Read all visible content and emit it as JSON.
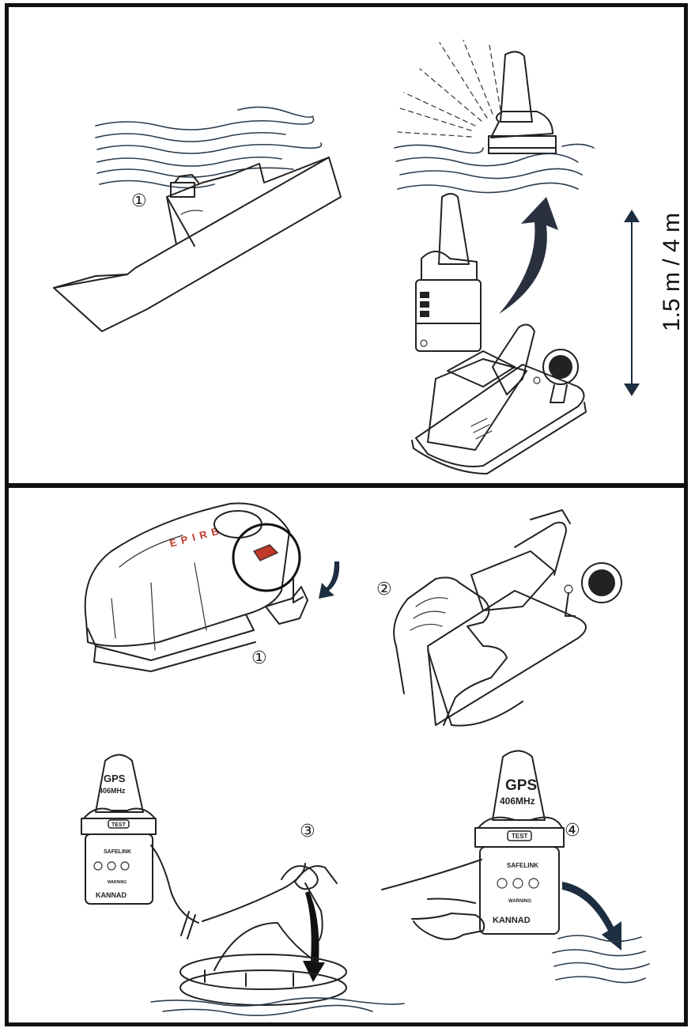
{
  "measurement": {
    "label": "1.5 m / 4 m",
    "arrow_color": "#1c2e40"
  },
  "steps": {
    "top_step_1": "①",
    "bottom_step_1": "①",
    "step_2": "②",
    "step_3": "③",
    "step_4": "④"
  },
  "beacon": {
    "brand_text": "EPIRB",
    "gps_label": "GPS",
    "frequency_label": "406MHz",
    "test_label": "TEST",
    "product_label": "SAFELINK",
    "warning_label": "WARNING",
    "manufacturer_label": "KANNAD"
  },
  "colors": {
    "button_yellow": "#f2e20c",
    "accent_red": "#c0392b",
    "line": "#222222"
  },
  "icons": [
    "sinking-ship-icon",
    "float-free-beacon-icon",
    "release-bracket-icon",
    "hand-icon",
    "life-raft-icon",
    "lanyard-knot-icon",
    "sea-water-icon"
  ]
}
